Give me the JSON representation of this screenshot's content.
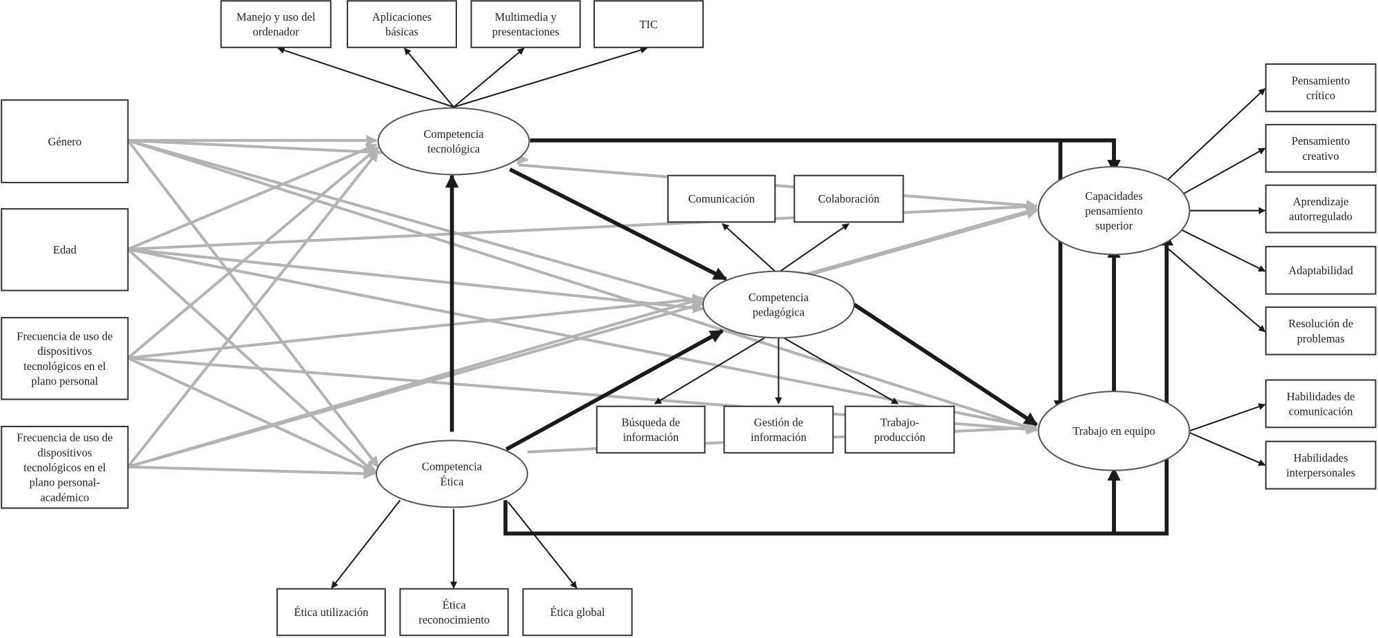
{
  "nodes": [
    {
      "id": "manejo",
      "kind": "indicator",
      "lines": [
        "Manejo y uso del",
        "ordenador"
      ]
    },
    {
      "id": "aplicaciones",
      "kind": "indicator",
      "lines": [
        "Aplicaciones",
        "básicas"
      ]
    },
    {
      "id": "multimedia",
      "kind": "indicator",
      "lines": [
        "Multimedia y",
        "presentaciones"
      ]
    },
    {
      "id": "tic",
      "kind": "indicator",
      "lines": [
        "TIC"
      ]
    },
    {
      "id": "genero",
      "kind": "exogenous",
      "lines": [
        "Género"
      ]
    },
    {
      "id": "edad",
      "kind": "exogenous",
      "lines": [
        "Edad"
      ]
    },
    {
      "id": "freq_personal",
      "kind": "exogenous",
      "lines": [
        "Frecuencia de uso de",
        "dispositivos",
        "tecnológicos en el",
        "plano personal"
      ]
    },
    {
      "id": "freq_academico",
      "kind": "exogenous",
      "lines": [
        "Frecuencia de uso de",
        "dispositivos",
        "tecnológicos en el",
        "plano personal-",
        "académico"
      ]
    },
    {
      "id": "comp_tec",
      "kind": "latent",
      "lines": [
        "Competencia",
        "tecnológica"
      ]
    },
    {
      "id": "comp_ped",
      "kind": "latent",
      "lines": [
        "Competencia",
        "pedagógica"
      ]
    },
    {
      "id": "comp_etica",
      "kind": "latent",
      "lines": [
        "Competencia",
        "Ética"
      ]
    },
    {
      "id": "capacidades",
      "kind": "latent",
      "lines": [
        "Capacidades",
        "pensamiento",
        "superior"
      ]
    },
    {
      "id": "trabajo_equipo",
      "kind": "latent",
      "lines": [
        "Trabajo en equipo"
      ]
    },
    {
      "id": "comunicacion",
      "kind": "indicator",
      "lines": [
        "Comunicación"
      ]
    },
    {
      "id": "colaboracion",
      "kind": "indicator",
      "lines": [
        "Colaboración"
      ]
    },
    {
      "id": "busqueda",
      "kind": "indicator",
      "lines": [
        "Búsqueda de",
        "información"
      ]
    },
    {
      "id": "gestion",
      "kind": "indicator",
      "lines": [
        "Gestión de",
        "información"
      ]
    },
    {
      "id": "trabajo_prod",
      "kind": "indicator",
      "lines": [
        "Trabajo-",
        "producción"
      ]
    },
    {
      "id": "etica_util",
      "kind": "indicator",
      "lines": [
        "Ética utilización"
      ]
    },
    {
      "id": "etica_recon",
      "kind": "indicator",
      "lines": [
        "Ética",
        "reconocimiento"
      ]
    },
    {
      "id": "etica_global",
      "kind": "indicator",
      "lines": [
        "Ética global"
      ]
    },
    {
      "id": "pens_critico",
      "kind": "indicator",
      "lines": [
        "Pensamiento",
        "crítico"
      ]
    },
    {
      "id": "pens_creativo",
      "kind": "indicator",
      "lines": [
        "Pensamiento",
        "creativo"
      ]
    },
    {
      "id": "aprendizaje",
      "kind": "indicator",
      "lines": [
        "Aprendizaje",
        "autorregulado"
      ]
    },
    {
      "id": "adaptabilidad",
      "kind": "indicator",
      "lines": [
        "Adaptabilidad"
      ]
    },
    {
      "id": "resolucion",
      "kind": "indicator",
      "lines": [
        "Resolución de",
        "problemas"
      ]
    },
    {
      "id": "hab_comunicacion",
      "kind": "indicator",
      "lines": [
        "Habilidades de",
        "comunicación"
      ]
    },
    {
      "id": "hab_interpersonales",
      "kind": "indicator",
      "lines": [
        "Habilidades",
        "interpersonales"
      ]
    }
  ],
  "colors": {
    "significant_path": "#1a1a1a",
    "nonsignificant_path": "#b3b3b3",
    "border": "#333333"
  }
}
